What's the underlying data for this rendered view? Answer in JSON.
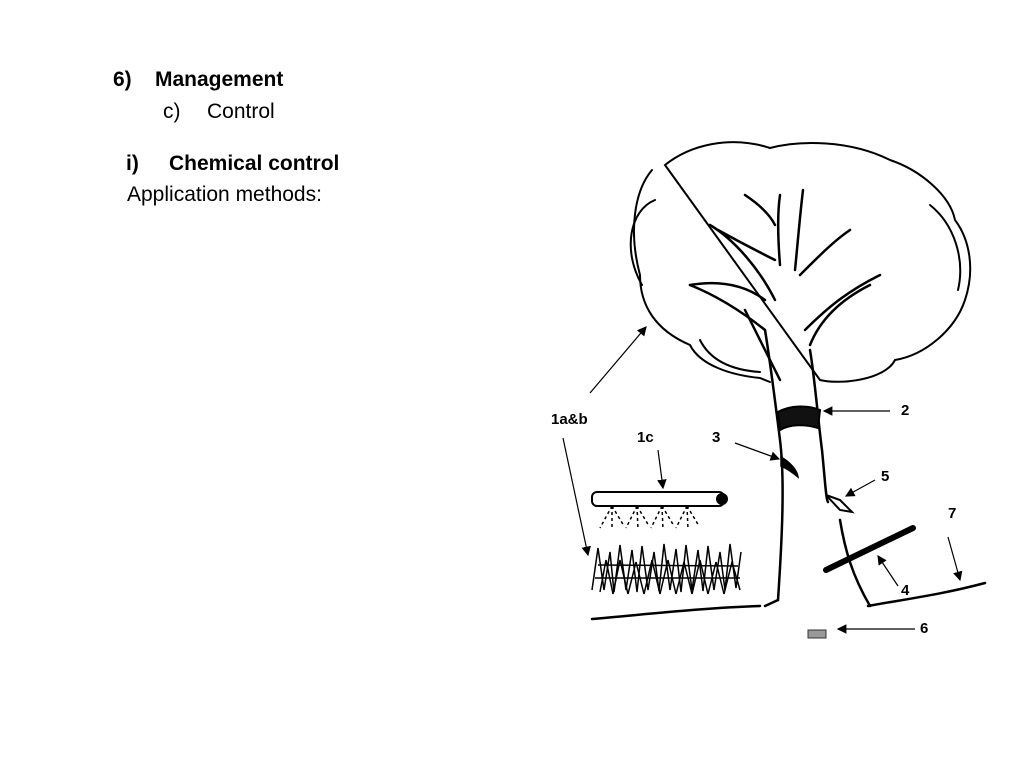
{
  "heading": {
    "number": "6)",
    "title": "Management"
  },
  "subheading": {
    "letter": "c)",
    "title": "Control"
  },
  "section": {
    "number": "i)",
    "title": "Chemical control"
  },
  "body_text": "Application methods:",
  "diagram": {
    "labels": {
      "l1ab": "1a&b",
      "l1c": "1c",
      "l2": "2",
      "l3": "3",
      "l4": "4",
      "l5": "5",
      "l6": "6",
      "l7": "7"
    }
  }
}
